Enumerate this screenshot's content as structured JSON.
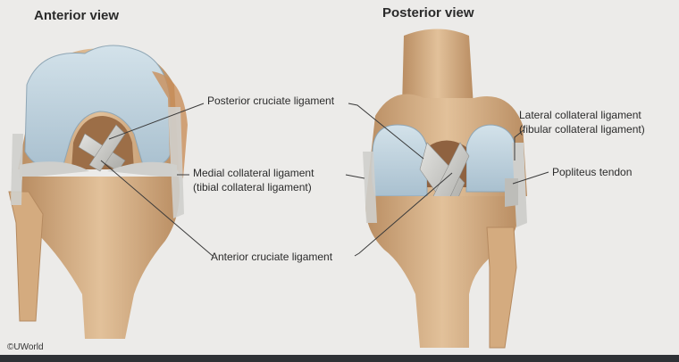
{
  "views": {
    "anterior": {
      "title": "Anterior view"
    },
    "posterior": {
      "title": "Posterior view"
    }
  },
  "labels": {
    "pcl": "Posterior cruciate ligament",
    "mcl_line1": "Medial collateral ligament",
    "mcl_line2": "(tibial collateral ligament)",
    "acl": "Anterior cruciate ligament",
    "lcl_line1": "Lateral collateral ligament",
    "lcl_line2": "(fibular collateral ligament)",
    "popliteus": "Popliteus tendon"
  },
  "credit": "©UWorld",
  "colors": {
    "bone": "#d9b58c",
    "bone_shadow": "#b98d62",
    "cartilage": "#b9cfdc",
    "ligament": "#c9c9c6",
    "background": "#ecebe9"
  }
}
